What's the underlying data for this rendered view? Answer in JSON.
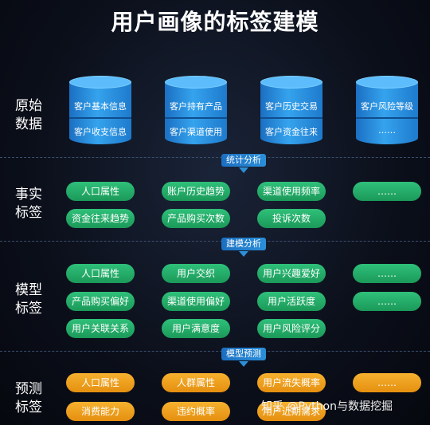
{
  "title": "用户画像的标签建模",
  "rows": {
    "raw": "原始\n数据",
    "fact": "事实\n标签",
    "model": "模型\n标签",
    "predict": "预测\n标签"
  },
  "databases": [
    [
      "客户基本信息",
      "客户收支信息"
    ],
    [
      "客户持有产品",
      "客户渠道使用"
    ],
    [
      "客户历史交易",
      "客户资金往来"
    ],
    [
      "客户风险等级",
      "……"
    ]
  ],
  "steps": [
    "统计分析",
    "建模分析",
    "模型预测"
  ],
  "fact_tags": [
    [
      "人口属性",
      "账户历史趋势",
      "渠道使用频率",
      "……"
    ],
    [
      "资金往来趋势",
      "产品购买次数",
      "投诉次数"
    ]
  ],
  "model_tags": [
    [
      "人口属性",
      "用户交织",
      "用户兴趣爱好",
      "……"
    ],
    [
      "产品购买偏好",
      "渠道使用偏好",
      "用户活跃度",
      "……"
    ],
    [
      "用户关联关系",
      "用户满意度",
      "用户风险评分"
    ]
  ],
  "predict_tags": [
    [
      "人口属性",
      "人群属性",
      "用户流失概率",
      "……"
    ],
    [
      "消费能力",
      "违约概率",
      "用户近期需求"
    ]
  ],
  "watermark": "知乎 @Python与数据挖掘",
  "colors": {
    "fact": "#25b06c",
    "model": "#25b06c",
    "predict": "#f0a020",
    "db": "#2f95e4"
  }
}
